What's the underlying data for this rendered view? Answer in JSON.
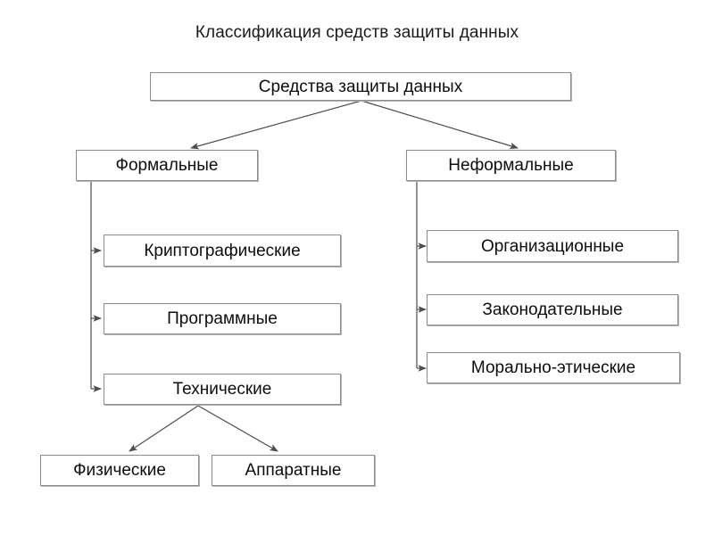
{
  "page": {
    "title": "Классификация средств защиты данных",
    "background_color": "#ffffff",
    "border_color": "#8c8c8c",
    "text_color": "#0d0d0d",
    "line_color": "#4d4d4d"
  },
  "diagram": {
    "type": "tree-hierarchy",
    "root": {
      "label": "Средства защиты данных"
    },
    "branches": [
      {
        "label": "Формальные",
        "children": [
          {
            "label": "Криптографические"
          },
          {
            "label": "Программные"
          },
          {
            "label": "Технические",
            "children": [
              {
                "label": "Физические"
              },
              {
                "label": "Аппаратные"
              }
            ]
          }
        ]
      },
      {
        "label": "Неформальные",
        "children": [
          {
            "label": "Организационные"
          },
          {
            "label": "Законодательные"
          },
          {
            "label": "Морально-этические"
          }
        ]
      }
    ]
  }
}
